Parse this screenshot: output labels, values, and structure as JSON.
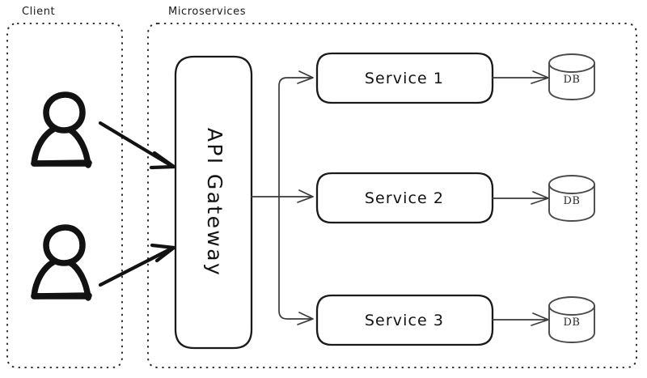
{
  "diagram": {
    "title_visible": false,
    "background": "#ffffff",
    "ink_color": "#121212",
    "accent_color": "#4a4a4a",
    "zones": [
      {
        "id": "client",
        "label": "Client"
      },
      {
        "id": "microservices",
        "label": "Microservices"
      }
    ],
    "gateway": {
      "label": "API Gateway",
      "orientation": "vertical-clockwise"
    },
    "actors": [
      {
        "id": "user-1",
        "icon": "user-icon"
      },
      {
        "id": "user-2",
        "icon": "user-icon"
      }
    ],
    "services": [
      {
        "id": "service-1",
        "label": "Service 1",
        "db": {
          "id": "db-1",
          "label": "DB"
        }
      },
      {
        "id": "service-2",
        "label": "Service 2",
        "db": {
          "id": "db-2",
          "label": "DB"
        }
      },
      {
        "id": "service-3",
        "label": "Service 3",
        "db": {
          "id": "db-3",
          "label": "DB"
        }
      }
    ],
    "edges": [
      {
        "from": "user-1",
        "to": "gateway",
        "style": "thick-arrow"
      },
      {
        "from": "user-2",
        "to": "gateway",
        "style": "thick-arrow"
      },
      {
        "from": "gateway",
        "to": "service-1",
        "style": "thin-arrow"
      },
      {
        "from": "gateway",
        "to": "service-2",
        "style": "thin-arrow"
      },
      {
        "from": "gateway",
        "to": "service-3",
        "style": "thin-arrow"
      },
      {
        "from": "service-1",
        "to": "db-1",
        "style": "thin-arrow"
      },
      {
        "from": "service-2",
        "to": "db-2",
        "style": "thin-arrow"
      },
      {
        "from": "service-3",
        "to": "db-3",
        "style": "thin-arrow"
      }
    ]
  }
}
